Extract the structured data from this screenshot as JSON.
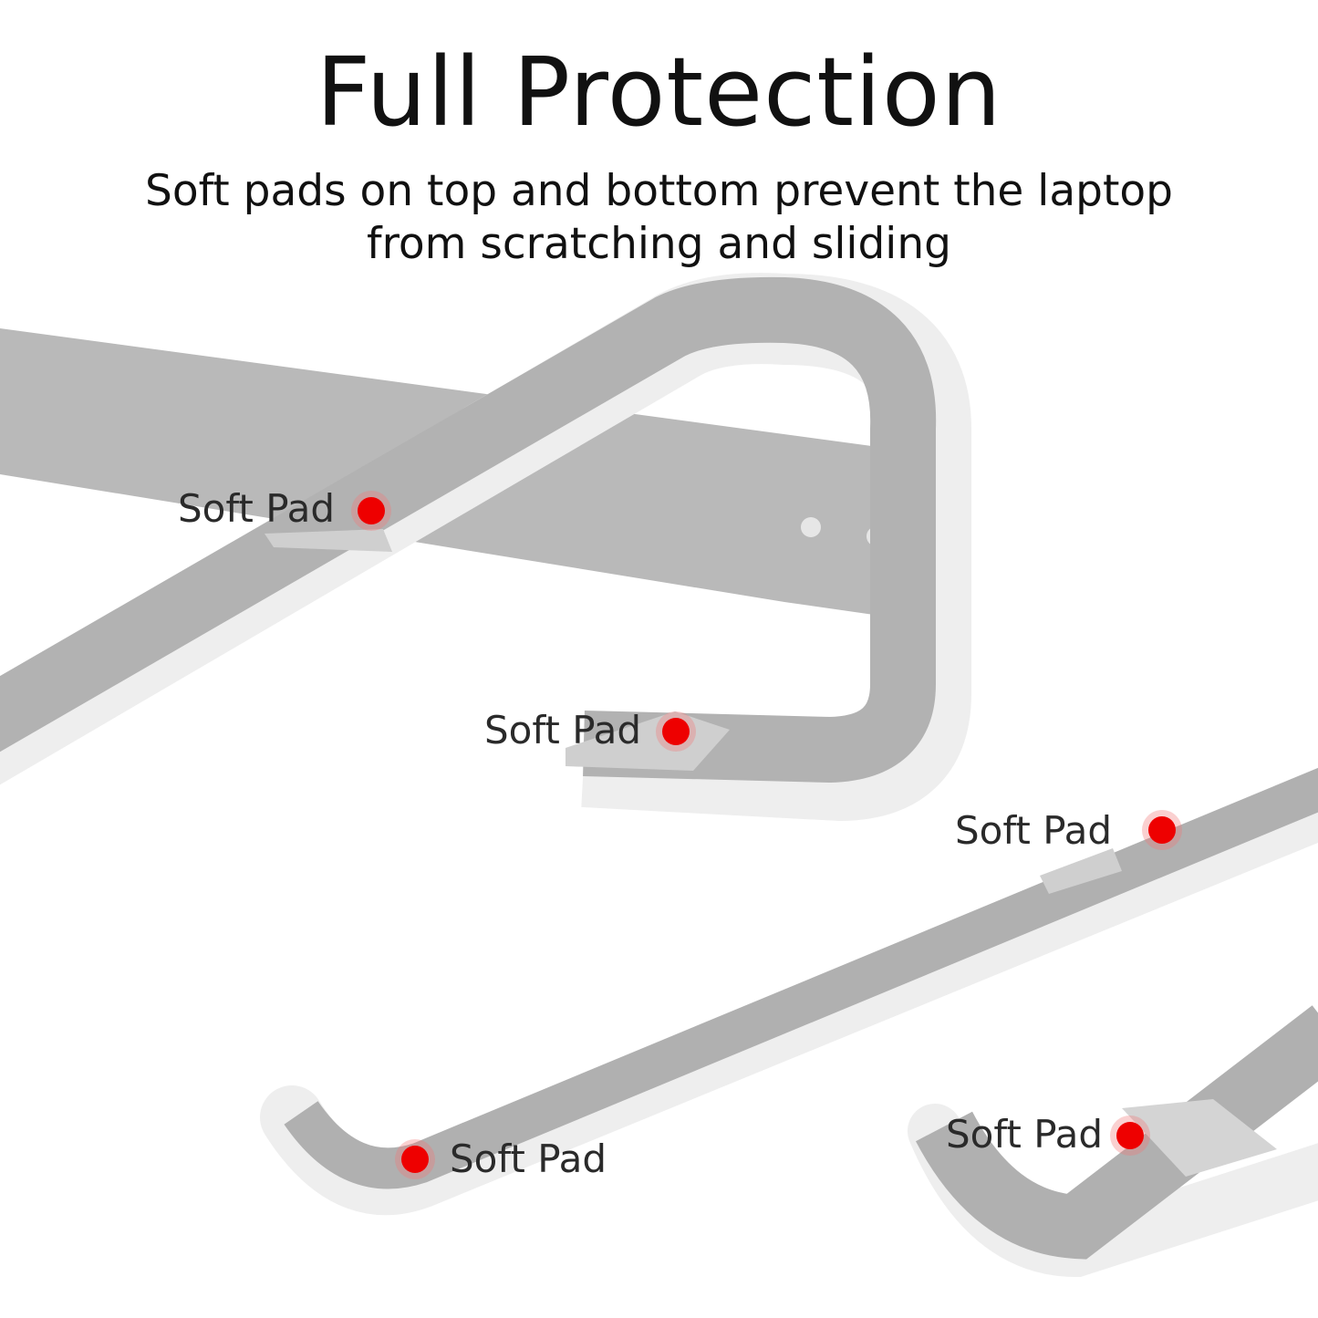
{
  "title": "Full Protection",
  "subtitle_lines": [
    "Soft pads on top and bottom prevent the laptop",
    "from scratching and sliding"
  ],
  "callouts": [
    "Soft Pad",
    "Soft Pad",
    "Soft Pad",
    "Soft Pad",
    "Soft Pad"
  ],
  "colors": {
    "metal": "#b4b4b4",
    "edge": "#eeeeee",
    "dot": "#ee0000"
  }
}
